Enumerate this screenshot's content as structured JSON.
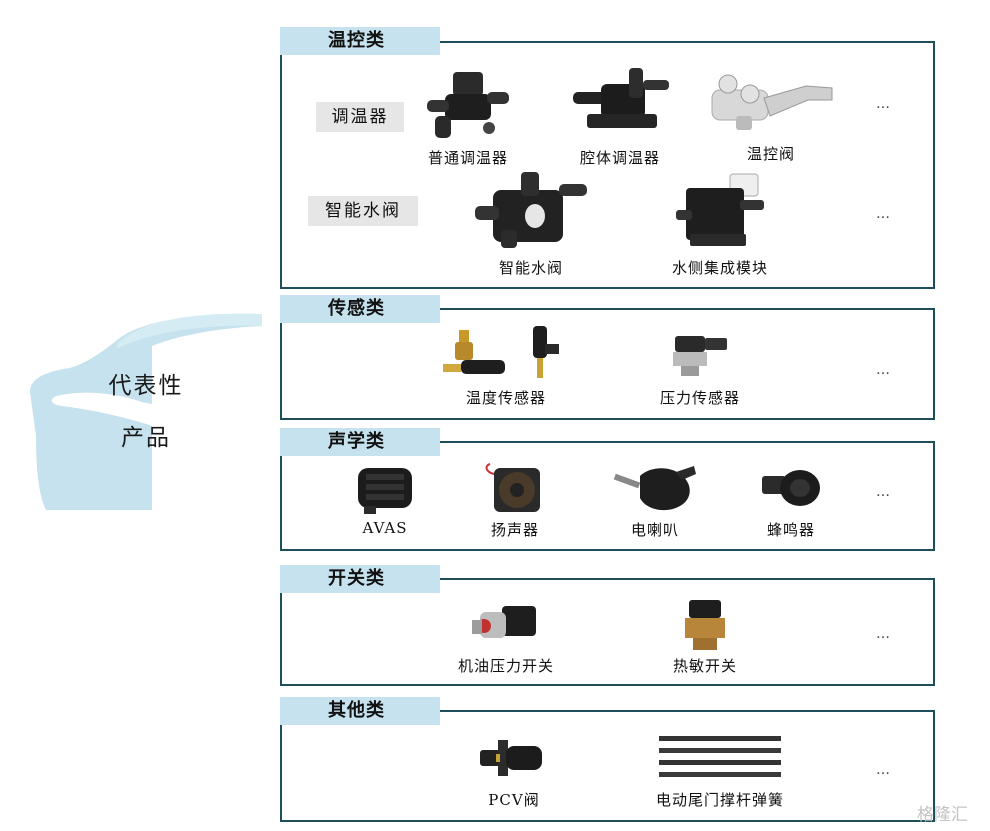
{
  "center_label": [
    "代表性",
    "产品"
  ],
  "more_symbol": "…",
  "sections": [
    {
      "title": "温控类",
      "rows": [
        {
          "label": "调温器",
          "items": [
            "普通调温器",
            "腔体调温器",
            "温控阀"
          ]
        },
        {
          "label": "智能水阀",
          "items": [
            "智能水阀",
            "水侧集成模块"
          ]
        }
      ]
    },
    {
      "title": "传感类",
      "items": [
        "温度传感器",
        "压力传感器"
      ]
    },
    {
      "title": "声学类",
      "items": [
        "AVAS",
        "扬声器",
        "电喇叭",
        "蜂鸣器"
      ]
    },
    {
      "title": "开关类",
      "items": [
        "机油压力开关",
        "热敏开关"
      ]
    },
    {
      "title": "其他类",
      "items": [
        "PCV阀",
        "电动尾门撑杆弹簧"
      ]
    }
  ],
  "watermark": "格隆汇",
  "colors": {
    "tab": "#c6e2ee",
    "border": "#1e4e5a",
    "car": "#c6e2ee",
    "label_bg": "#e6e6e6"
  }
}
